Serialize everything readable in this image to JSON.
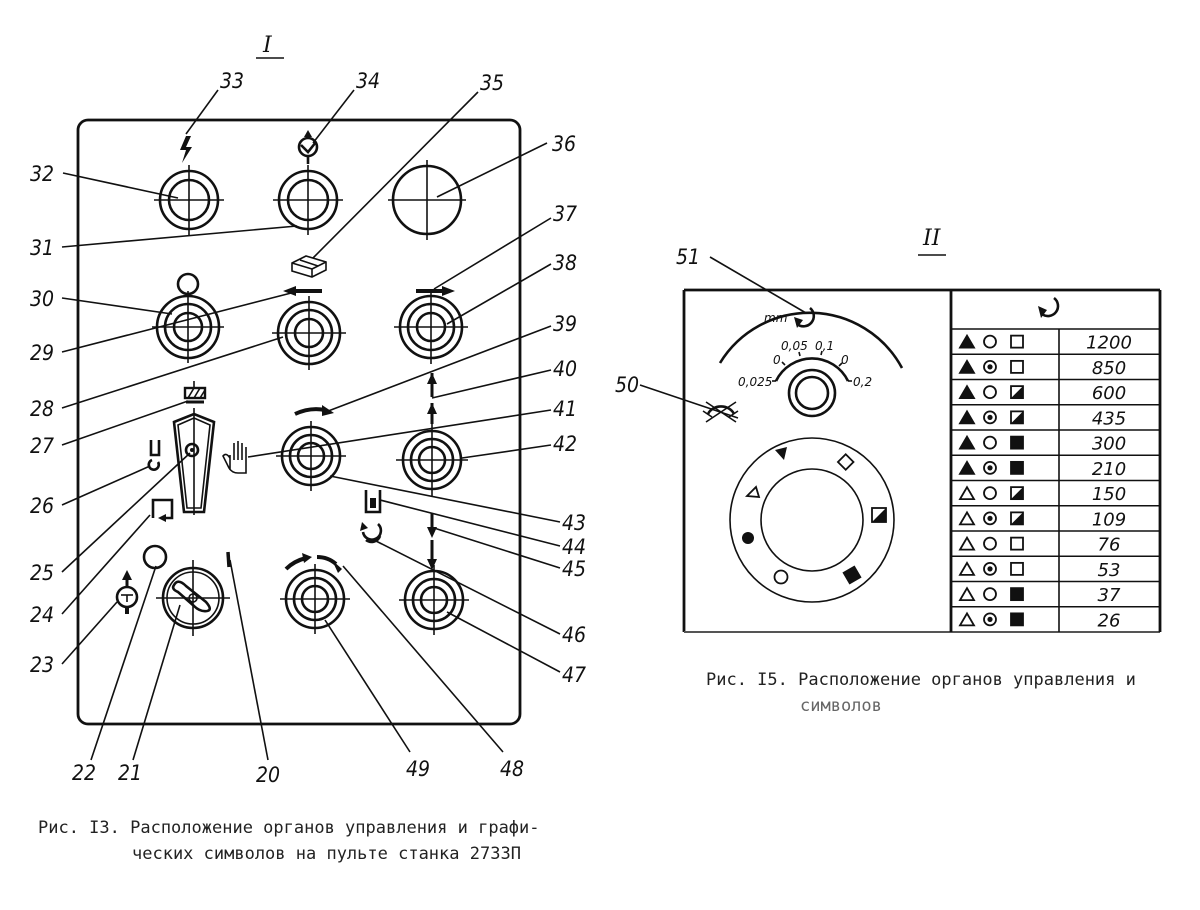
{
  "figure_I": {
    "title": "I",
    "caption_line1": "Рис. I3. Расположение органов управления и графи-",
    "caption_line2": "ческих символов на пульте станка 2733П",
    "callouts": {
      "c20": "20",
      "c21": "21",
      "c22": "22",
      "c23": "23",
      "c24": "24",
      "c25": "25",
      "c26": "26",
      "c27": "27",
      "c28": "28",
      "c29": "29",
      "c30": "30",
      "c31": "31",
      "c32": "32",
      "c33": "33",
      "c34": "34",
      "c35": "35",
      "c36": "36",
      "c37": "37",
      "c38": "38",
      "c39": "39",
      "c40": "40",
      "c41": "41",
      "c42": "42",
      "c43": "43",
      "c44": "44",
      "c45": "45",
      "c46": "46",
      "c47": "47",
      "c48": "48",
      "c49": "49"
    },
    "symbols": [
      "lightning-icon",
      "pump-arrow-icon",
      "clamp-block-icon",
      "arrow-left-icon",
      "arrow-right-icon",
      "curved-arrow-right-icon",
      "arrow-up-icon",
      "hand-icon",
      "tool-release-icon",
      "lever-handle",
      "cycle-return-icon",
      "indicator-lamp",
      "coolant-icon",
      "handwheel",
      "rotate-arrows-icon",
      "arrow-down-icon"
    ]
  },
  "figure_II": {
    "title": "II",
    "caption_line1": "Рис. I5. Расположение органов управления и",
    "caption_line2": "символов",
    "callouts": {
      "c50": "50",
      "c51": "51"
    },
    "feed_dial": {
      "unit": "mm",
      "scale_labels": [
        "0,025",
        "0",
        "0,05",
        "0,1",
        "0",
        "0,2"
      ]
    },
    "speed_table": {
      "header_icon": "rotation-icon",
      "rows": [
        {
          "triangle": "filled",
          "circle": "open",
          "square": "empty",
          "rpm": "1200"
        },
        {
          "triangle": "filled",
          "circle": "dot",
          "square": "empty",
          "rpm": "850"
        },
        {
          "triangle": "filled",
          "circle": "open",
          "square": "half",
          "rpm": "600"
        },
        {
          "triangle": "filled",
          "circle": "dot",
          "square": "half",
          "rpm": "435"
        },
        {
          "triangle": "filled",
          "circle": "open",
          "square": "full",
          "rpm": "300"
        },
        {
          "triangle": "filled",
          "circle": "dot",
          "square": "full",
          "rpm": "210"
        },
        {
          "triangle": "open",
          "circle": "open",
          "square": "half",
          "rpm": "150"
        },
        {
          "triangle": "open",
          "circle": "dot",
          "square": "half",
          "rpm": "109"
        },
        {
          "triangle": "open",
          "circle": "open",
          "square": "empty",
          "rpm": "76"
        },
        {
          "triangle": "open",
          "circle": "dot",
          "square": "empty",
          "rpm": "53"
        },
        {
          "triangle": "open",
          "circle": "open",
          "square": "full",
          "rpm": "37"
        },
        {
          "triangle": "open",
          "circle": "dot",
          "square": "full",
          "rpm": "26"
        }
      ]
    }
  }
}
